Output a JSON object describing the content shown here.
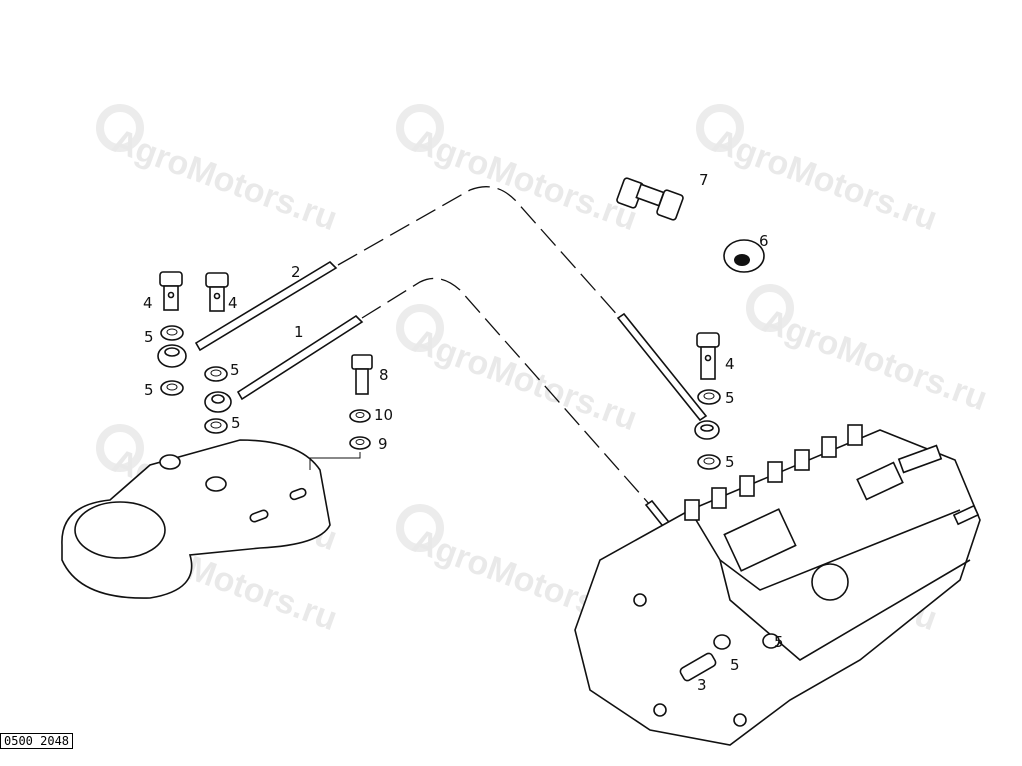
{
  "watermark": {
    "text": "AgroMotors.ru"
  },
  "drawing_number": "0500 2048",
  "callouts": [
    "2",
    "1",
    "4",
    "4",
    "5",
    "5",
    "5",
    "5",
    "8",
    "10",
    "9",
    "7",
    "6",
    "4",
    "5",
    "5",
    "5",
    "5",
    "3"
  ]
}
